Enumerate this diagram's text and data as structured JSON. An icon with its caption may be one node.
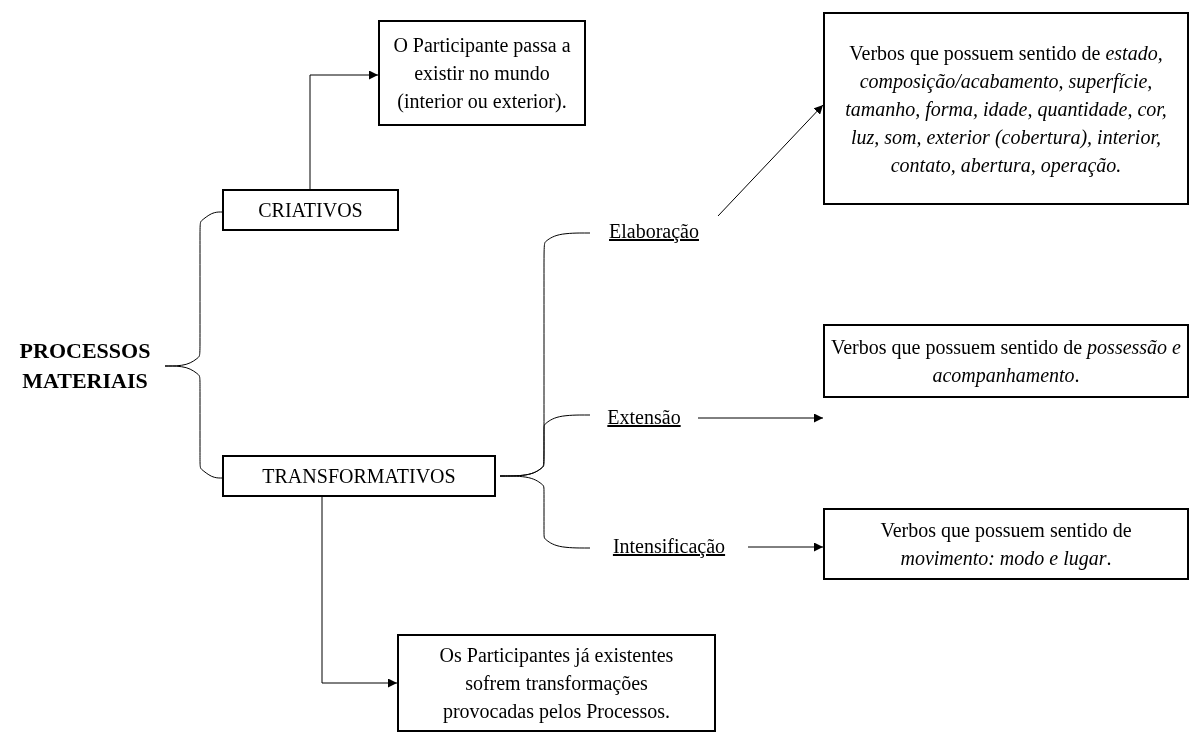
{
  "diagram": {
    "nodes": [
      {
        "text": [
          "PROCESSOS MATERIAIS"
        ]
      },
      {
        "text": [
          "CRIATIVOS"
        ]
      },
      {
        "text": [
          "TRANSFORMATIVOS"
        ]
      },
      {
        "text": [
          "O Participante passa a existir no mundo (interior ou exterior)."
        ]
      },
      {
        "text": [
          "Elaboração"
        ]
      },
      {
        "text": [
          "Verbos que possuem sentido de *estado, composição/acabamento, superfície, tamanho, forma, idade, quantidade, cor, luz, som, exterior (cobertura), interior, contato, abertura, operação.*"
        ]
      },
      {
        "text": [
          "Extensão"
        ]
      },
      {
        "text": [
          "Verbos que possuem sentido de *possessão e acompanhamento*."
        ]
      },
      {
        "text": [
          "Intensificação"
        ]
      },
      {
        "text": [
          "Verbos que possuem sentido de *movimento: modo e lugar*."
        ]
      },
      {
        "text": [
          "Os Participantes já existentes sofrem transformações provocadas pelos Processos."
        ]
      }
    ],
    "edges": [
      {
        "from": 0,
        "to": 1,
        "arrow": "none"
      },
      {
        "from": 0,
        "to": 2,
        "arrow": "none"
      },
      {
        "from": 2,
        "to": 4,
        "arrow": "none"
      },
      {
        "from": 2,
        "to": 6,
        "arrow": "none"
      },
      {
        "from": 2,
        "to": 8,
        "arrow": "none"
      },
      {
        "from": 1,
        "to": 3,
        "arrow": "to"
      },
      {
        "from": 4,
        "to": 5,
        "arrow": "to"
      },
      {
        "from": 6,
        "to": 7,
        "arrow": "to"
      },
      {
        "from": 8,
        "to": 9,
        "arrow": "to"
      },
      {
        "from": 2,
        "to": 10,
        "arrow": "to"
      }
    ]
  }
}
